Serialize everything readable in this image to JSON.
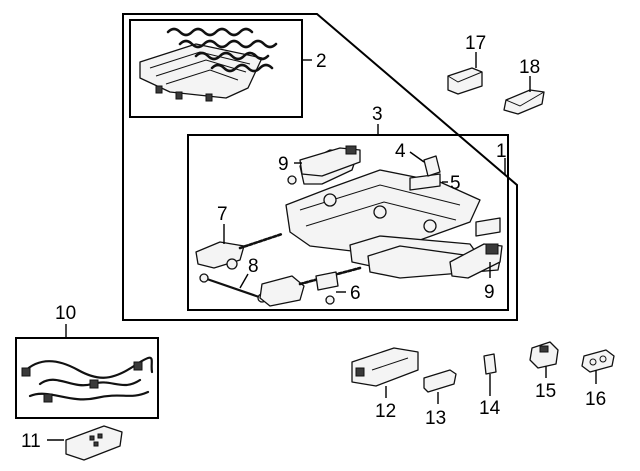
{
  "callouts": {
    "c1": "1",
    "c2": "2",
    "c3": "3",
    "c4": "4",
    "c5": "5",
    "c6": "6",
    "c7": "7",
    "c8": "8",
    "c9a": "9",
    "c9b": "9",
    "c10": "10",
    "c11": "11",
    "c12": "12",
    "c13": "13",
    "c14": "14",
    "c15": "15",
    "c16": "16",
    "c17": "17",
    "c18": "18"
  },
  "colors": {
    "line": "#000000",
    "background": "#ffffff",
    "part_fill": "#f4f4f4",
    "shade": "#3a3a3a"
  }
}
